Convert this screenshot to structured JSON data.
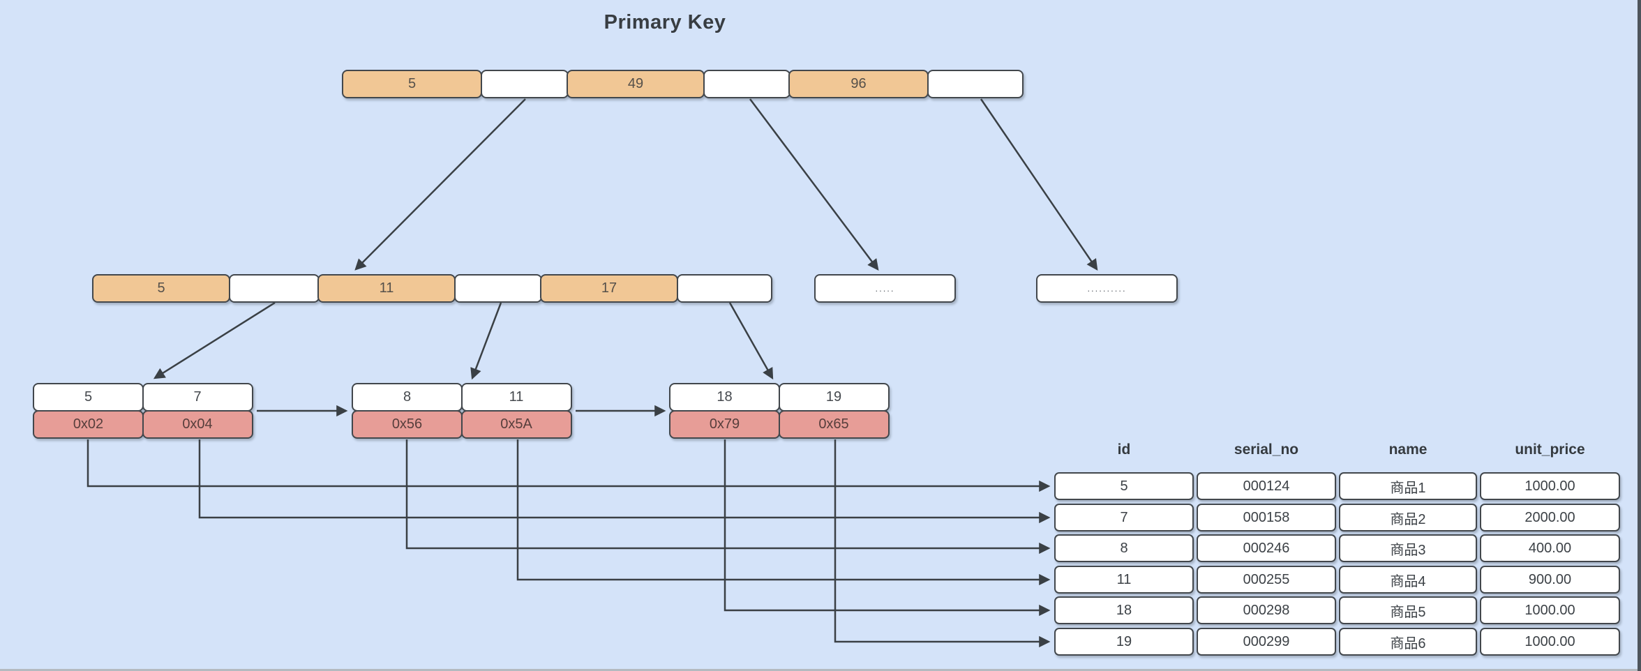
{
  "title": "Primary Key",
  "tree": {
    "root": {
      "keys": [
        "5",
        "49",
        "96"
      ]
    },
    "internal": {
      "keys": [
        "5",
        "11",
        "17"
      ]
    },
    "overflow_nodes": [
      ".....",
      ".........."
    ],
    "leaves": [
      {
        "keys": [
          "5",
          "7"
        ],
        "pointers": [
          "0x02",
          "0x04"
        ]
      },
      {
        "keys": [
          "8",
          "11"
        ],
        "pointers": [
          "0x56",
          "0x5A"
        ]
      },
      {
        "keys": [
          "18",
          "19"
        ],
        "pointers": [
          "0x79",
          "0x65"
        ]
      }
    ]
  },
  "table": {
    "columns": [
      "id",
      "serial_no",
      "name",
      "unit_price"
    ],
    "rows": [
      [
        "5",
        "000124",
        "商品1",
        "1000.00"
      ],
      [
        "7",
        "000158",
        "商品2",
        "2000.00"
      ],
      [
        "8",
        "000246",
        "商品3",
        "400.00"
      ],
      [
        "11",
        "000255",
        "商品4",
        "900.00"
      ],
      [
        "18",
        "000298",
        "商品5",
        "1000.00"
      ],
      [
        "19",
        "000299",
        "商品6",
        "1000.00"
      ]
    ]
  },
  "colors": {
    "background": "#d4e3f9",
    "key_cell": "#f1c795",
    "pointer_cell": "#e79d97",
    "border": "#42474c",
    "edge": "#3a4045"
  }
}
